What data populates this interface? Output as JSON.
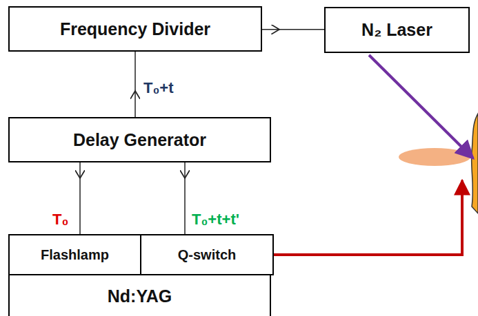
{
  "diagram": {
    "nodes": [
      {
        "text": [
          "Frequency Divider"
        ]
      },
      {
        "text": [
          "N₂ Laser"
        ]
      },
      {
        "text": [
          "Delay Generator"
        ]
      },
      {
        "text": [
          "Nd:YAG"
        ]
      },
      {
        "text": [
          "Flashlamp"
        ],
        "in": 3
      },
      {
        "text": [
          "Q-switch"
        ],
        "in": 3
      }
    ],
    "edges": [
      {
        "from": 0,
        "to": 1,
        "arrow": "to"
      },
      {
        "from": 2,
        "to": 0,
        "label": "T₀+t",
        "arrow": "to"
      },
      {
        "from": 2,
        "to": 4,
        "label": "T₀",
        "arrow": "to"
      },
      {
        "from": 2,
        "to": 5,
        "label": "T₀+t+t'",
        "arrow": "to"
      }
    ]
  }
}
